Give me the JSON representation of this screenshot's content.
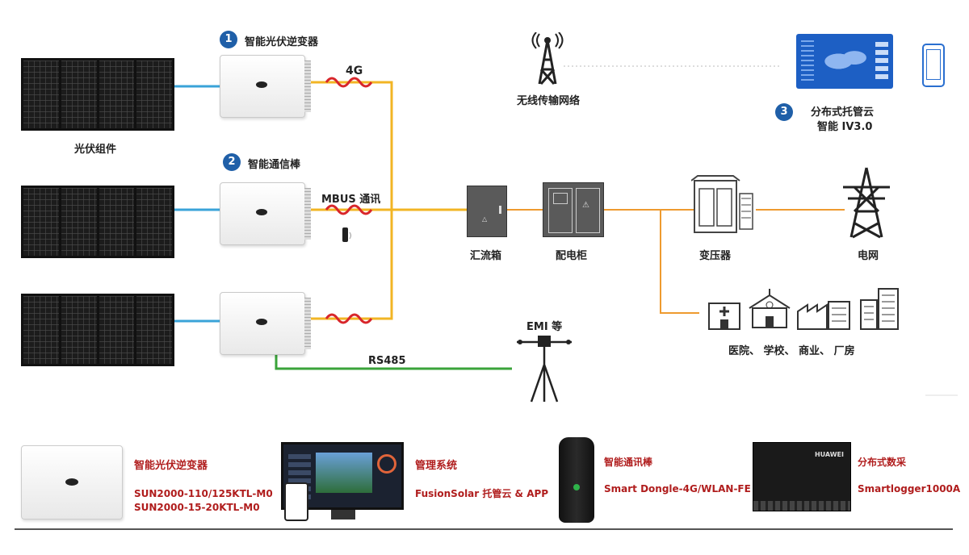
{
  "labels": {
    "pv_modules": "光伏组件",
    "inverter": "智能光伏逆变器",
    "dongle": "智能通信棒",
    "wireless": "无线传输网络",
    "cloud_line1": "分布式托管云",
    "cloud_line2": "智能 IV3.0",
    "link_4g": "4G",
    "link_mbus": "MBUS 通讯",
    "link_rs485": "RS485",
    "emi": "EMI 等",
    "combiner": "汇流箱",
    "distribution": "配电柜",
    "transformer": "变压器",
    "grid": "电网",
    "consumers": "医院、 学校、 商业、 厂房"
  },
  "badges": [
    "1",
    "2",
    "3"
  ],
  "products": [
    {
      "title": "智能光伏逆变器",
      "lines": [
        "SUN2000-110/125KTL-M0",
        "SUN2000-15-20KTL-M0"
      ]
    },
    {
      "title": "管理系统",
      "lines": [
        "FusionSolar 托管云 & APP"
      ]
    },
    {
      "title": "智能通讯棒",
      "lines": [
        "Smart Dongle-4G/WLAN-FE"
      ]
    },
    {
      "title": "分布式数采",
      "lines": [
        "Smartlogger1000A"
      ]
    }
  ],
  "device_brand": "HUAWEI",
  "colors": {
    "dc_cable": "#3aa3d8",
    "ac_cable": "#f2b524",
    "mv_cable": "#ee9a2f",
    "rs485": "#3aa33a",
    "wave": "#d8262a",
    "badge": "#1f5fa8",
    "product_text": "#b01d1d"
  },
  "icons": [
    "solar-panel-icon",
    "inverter-icon",
    "antenna-tower-icon",
    "dashboard-screen-icon",
    "phone-icon",
    "combiner-box-icon",
    "distribution-cabinet-icon",
    "transformer-icon",
    "power-pylon-icon",
    "hospital-icon",
    "school-icon",
    "factory-icon",
    "city-building-icon",
    "weather-station-icon",
    "dongle-icon",
    "datalogger-icon"
  ]
}
